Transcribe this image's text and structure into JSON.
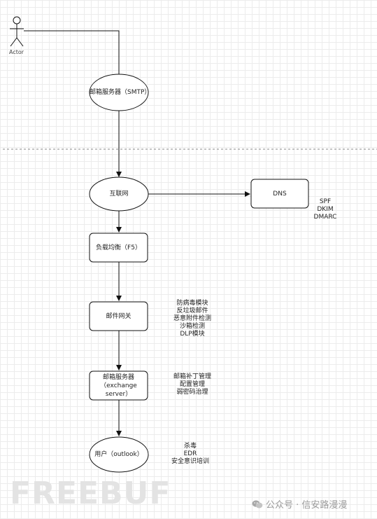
{
  "actor": {
    "label": "Actor"
  },
  "nodes": {
    "smtp": "邮箱服务器（SMTP）",
    "internet": "互联网",
    "dns": "DNS",
    "lb": "负载均衡（F5）",
    "gateway": "邮件网关",
    "exchange": [
      "邮箱服务器",
      "（exchange server）"
    ],
    "user": "用户（outlook）"
  },
  "notes": {
    "dns": [
      "SPF",
      "DKIM",
      "DMARC"
    ],
    "gateway": [
      "防病毒模块",
      "反垃圾邮件",
      "恶意附件检测",
      "沙箱检测",
      "DLP模块"
    ],
    "exchange": [
      "邮箱补丁管理",
      "配置管理",
      "弱密码治理"
    ],
    "user": [
      "杀毒",
      "EDR",
      "安全意识培训"
    ]
  },
  "watermark": {
    "logo": "FREEBUF",
    "wechat": "公众号 · 信安路漫漫"
  }
}
